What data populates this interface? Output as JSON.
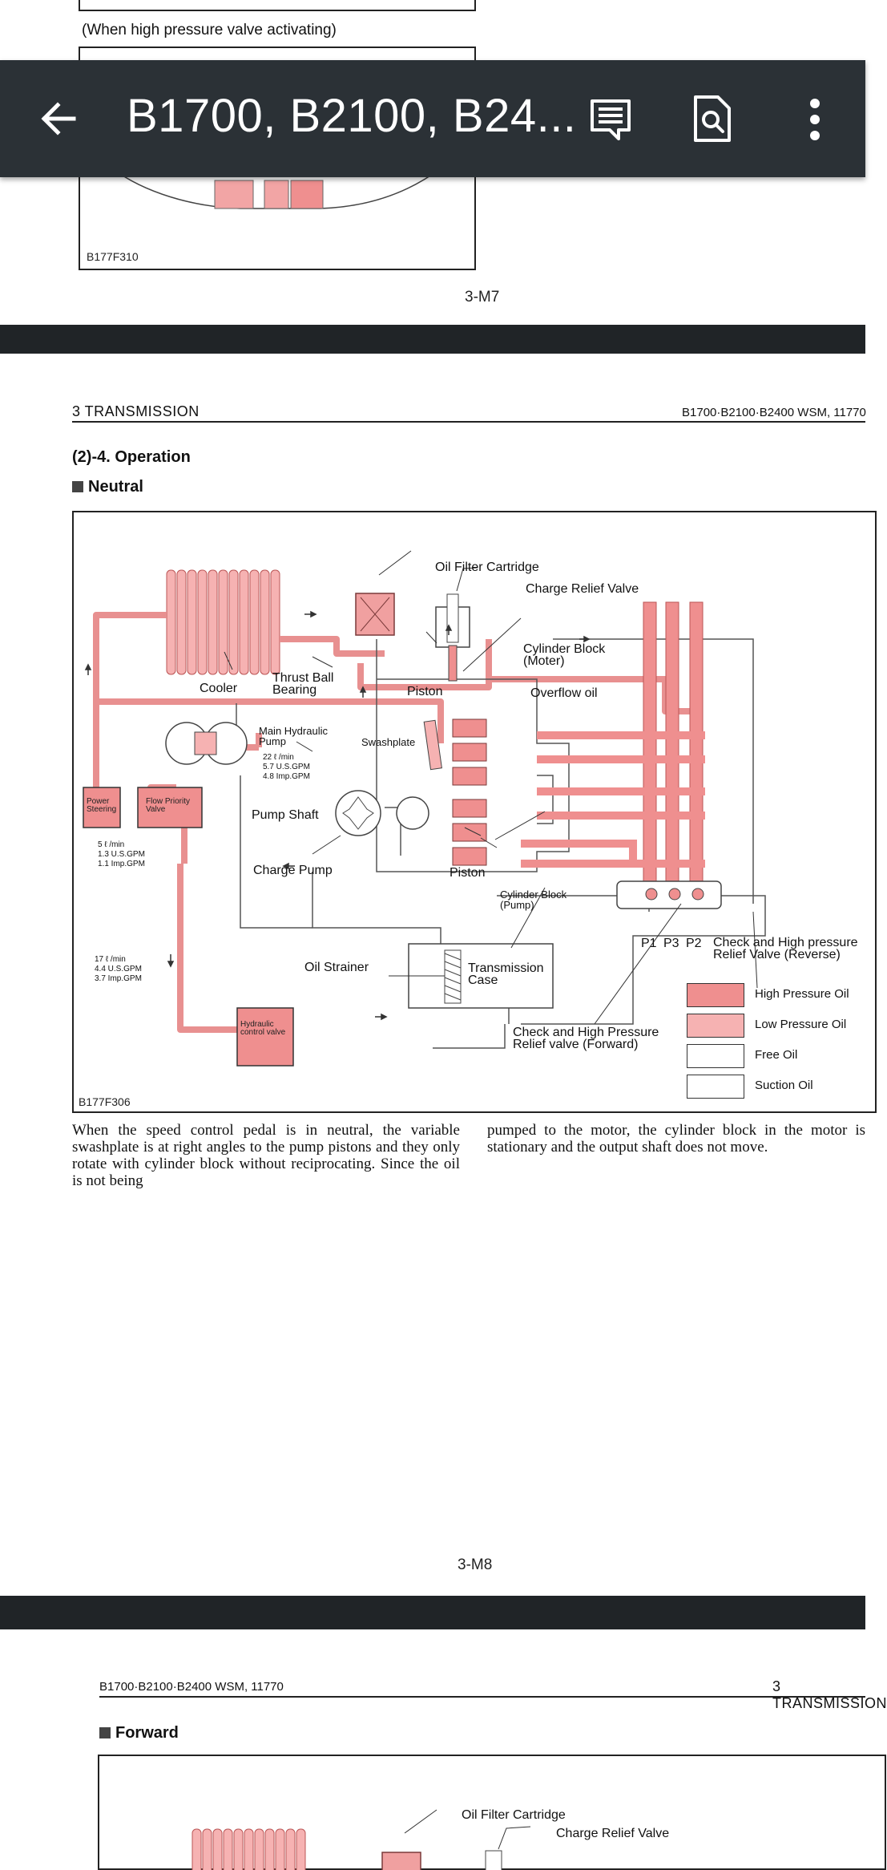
{
  "app_bar": {
    "title": "B1700, B2100, B24...",
    "back_icon": "arrow-left-icon",
    "icons": [
      "comment-icon",
      "search-document-icon",
      "more-vert-icon"
    ]
  },
  "prev_page": {
    "top_caption": "(When high pressure valve activating)",
    "figure_code": "B177F310",
    "page_number": "3-M7"
  },
  "page": {
    "header_left": "3  TRANSMISSION",
    "header_right": "B1700·B2100·B2400  WSM, 11770",
    "section_title": "(2)-4. Operation",
    "subsection": "Neutral",
    "figure_code": "B177F306",
    "page_number": "3-M8",
    "body_left": "When the speed control pedal is in neutral, the variable swashplate is at right angles to the pump pistons and they only rotate with cylinder block without reciprocating.  Since the oil is not being",
    "body_right": "pumped to the motor, the cylinder block in the motor is stationary and the output shaft does not move.",
    "diagram_labels": {
      "oil_filter": "Oil Filter Cartridge",
      "charge_relief": "Charge Relief Valve",
      "cylinder_block_moter_1": "Cylinder Block",
      "cylinder_block_moter_2": "(Moter)",
      "overflow": "Overflow oil",
      "thrust_ball_1": "Thrust Ball",
      "thrust_ball_2": "Bearing",
      "cooler": "Cooler",
      "piston_top": "Piston",
      "main_pump_1": "Main Hydraulic",
      "main_pump_2": "Pump",
      "main_pump_flow_1": "22 ℓ /min",
      "main_pump_flow_2": "5.7 U.S.GPM",
      "main_pump_flow_3": "4.8 Imp.GPM",
      "swashplate": "Swashplate",
      "pump_shaft": "Pump Shaft",
      "power_steering": "Power Steering",
      "flow_priority": "Flow Priority Valve",
      "ps_flow_1": "5 ℓ /min",
      "ps_flow_2": "1.3 U.S.GPM",
      "ps_flow_3": "1.1 Imp.GPM",
      "charge_pump": "Charge Pump",
      "piston_bottom": "Piston",
      "cylinder_block_pump_1": "Cylinder Block",
      "cylinder_block_pump_2": "(Pump)",
      "p1": "P1",
      "p3": "P3",
      "p2": "P2",
      "check_reverse_1": "Check and High pressure",
      "check_reverse_2": "Relief Valve (Reverse)",
      "hc_flow_1": "17 ℓ /min",
      "hc_flow_2": "4.4 U.S.GPM",
      "hc_flow_3": "3.7 Imp.GPM",
      "oil_strainer": "Oil Strainer",
      "trans_case_1": "Transmission",
      "trans_case_2": "Case",
      "hydraulic_control": "Hydraulic control valve",
      "check_forward_1": "Check and High Pressure",
      "check_forward_2": "Relief valve (Forward)"
    },
    "legend": [
      {
        "label": "High Pressure Oil",
        "color": "#ef8f8f"
      },
      {
        "label": "Low Pressure Oil",
        "color": "#f6b2b2"
      },
      {
        "label": "Free Oil",
        "color": "#ffffff"
      },
      {
        "label": "Suction Oil",
        "color": "#ffffff"
      }
    ]
  },
  "next_page": {
    "header_left": "B1700·B2100·B2400  WSM, 11770",
    "header_right": "3  TRANSMISSION",
    "subsection": "Forward",
    "diagram_labels": {
      "oil_filter": "Oil Filter Cartridge",
      "charge_relief": "Charge Relief Valve"
    }
  },
  "colors": {
    "high_pressure": "#ef8f8f",
    "low_pressure": "#f6b2b2",
    "app_bar": "#2b3136",
    "separator": "#202427"
  }
}
